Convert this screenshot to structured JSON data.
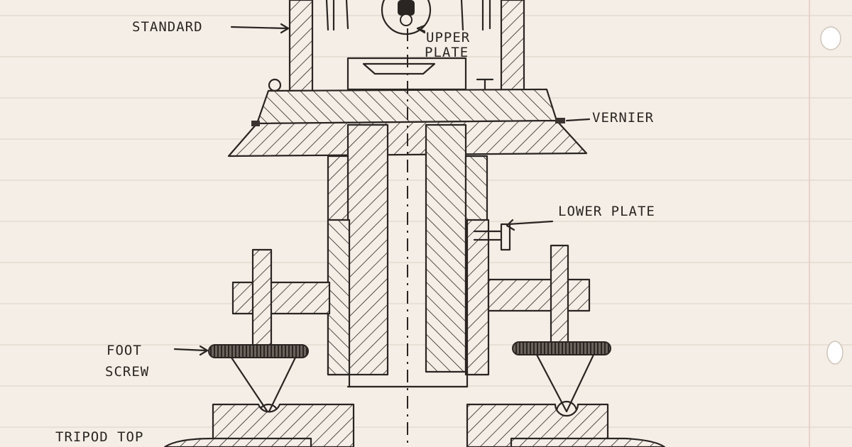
{
  "labels": {
    "standard": "STANDARD",
    "upper_plate_line1": "UPPER",
    "upper_plate_line2": "PLATE",
    "vernier": "VERNIER",
    "lower_plate": "LOWER PLATE",
    "foot_screw_line1": "FOOT",
    "foot_screw_line2": "SCREW",
    "tripod_top": "TRIPOD TOP"
  },
  "colors": {
    "paper": "#f4eee6",
    "ink": "#2a2522",
    "rule_line": "#dcd3c6",
    "margin_line": "#e6c9c4"
  }
}
